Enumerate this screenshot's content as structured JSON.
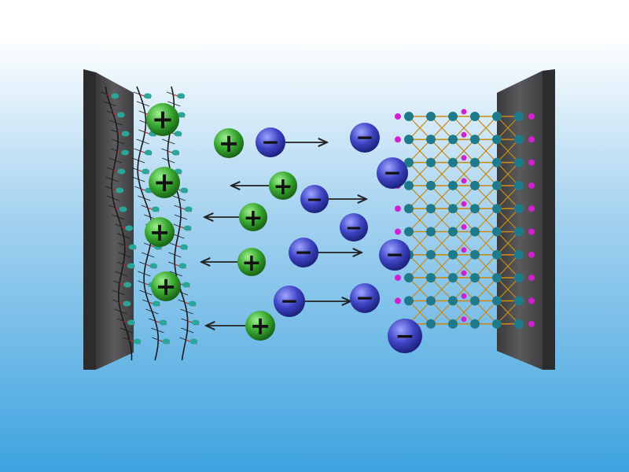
{
  "colors": {
    "background_top": "#ffffff",
    "background_bottom": "#3ea3df",
    "electrode": "#4a4a4c",
    "cation": "#2e9a2a",
    "anion": "#3a3fbd",
    "lattice_bond": "#c98a17",
    "lattice_node": "#1f7a8c",
    "lattice_tip": "#d21fd2",
    "arrow": "#222222",
    "sheet_line": "#1a1a1a",
    "sheet_node": "#2aa59a"
  },
  "symbols": {
    "cation": "+",
    "anion": "−"
  },
  "icons": {
    "left_electrode": "electrode-plate",
    "right_electrode": "electrode-plate",
    "left_material": "layered-sheet-network",
    "right_material": "crystal-lattice",
    "cation": "positive-ion-sphere",
    "anion": "negative-ion-sphere",
    "arrow": "movement-arrow"
  },
  "legend": [],
  "captions": []
}
